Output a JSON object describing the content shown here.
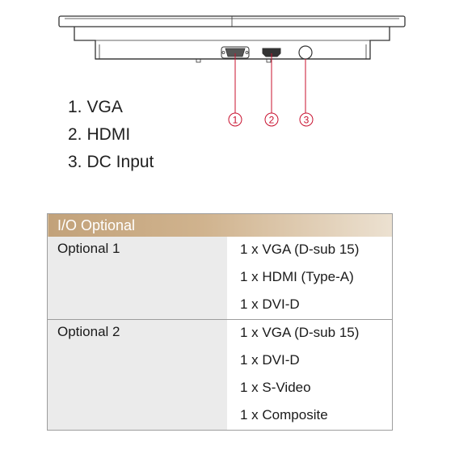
{
  "callouts": [
    "1",
    "2",
    "3"
  ],
  "legend": [
    {
      "num": "1.",
      "label": "VGA"
    },
    {
      "num": "2.",
      "label": "HDMI"
    },
    {
      "num": "3.",
      "label": "DC Input"
    }
  ],
  "table": {
    "header": "I/O Optional",
    "rows": [
      {
        "label": "Optional 1",
        "values": [
          "1 x VGA (D-sub 15)",
          "1 x HDMI (Type-A)",
          "1 x DVI-D"
        ]
      },
      {
        "label": "Optional 2",
        "values": [
          "1 x VGA (D-sub 15)",
          "1 x DVI-D",
          "1 x S-Video",
          "1 x Composite"
        ]
      }
    ]
  },
  "colors": {
    "callout": "#c8102e",
    "header_start": "#c2a27a",
    "header_end": "#ece1d1",
    "label_cell": "#ebebeb"
  }
}
